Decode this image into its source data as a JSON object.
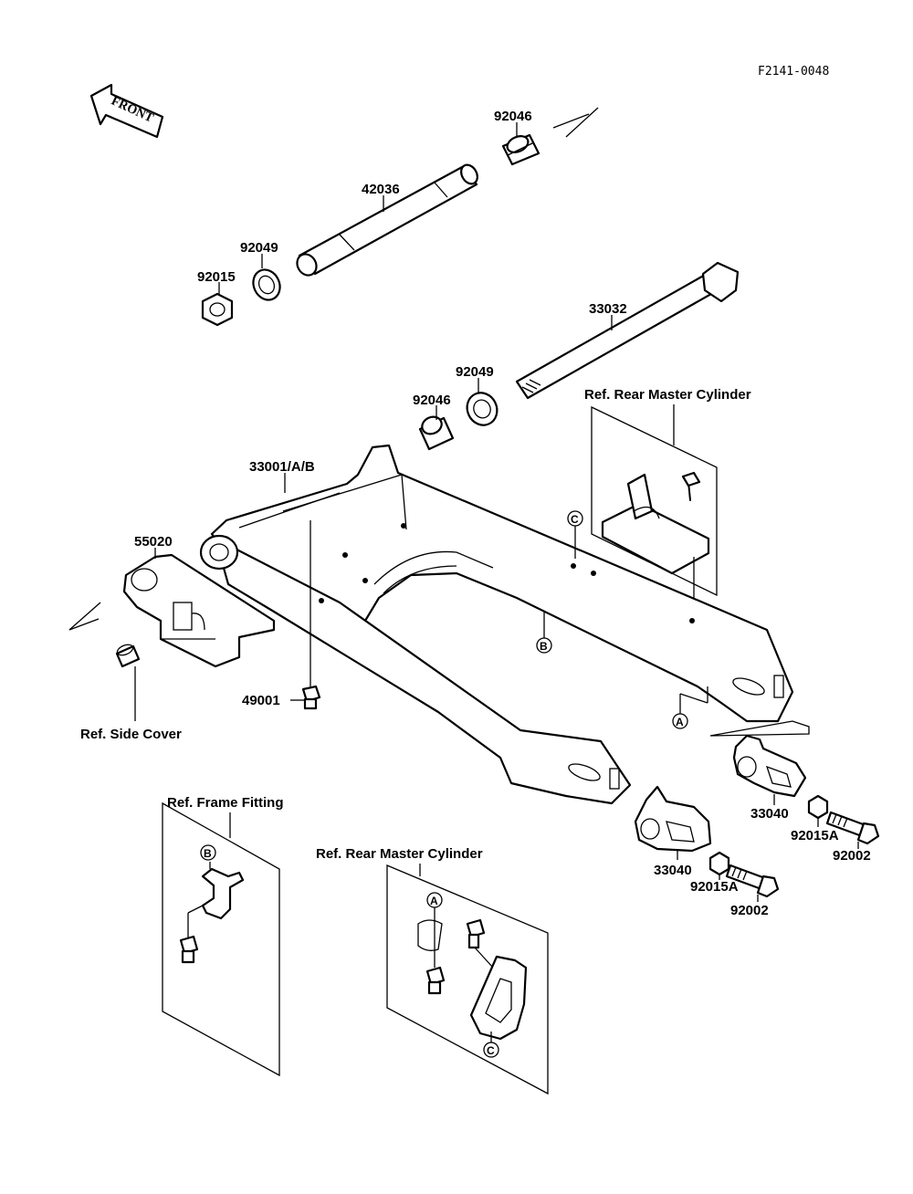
{
  "drawing_code": "F2141-0048",
  "front_label": "FRONT",
  "part_numbers": {
    "p92046_top": "92046",
    "p42036": "42036",
    "p92049_left": "92049",
    "p92015": "92015",
    "p33032": "33032",
    "p92049_mid": "92049",
    "p92046_mid": "92046",
    "p33001": "33001/A/B",
    "p55020": "55020",
    "p49001": "49001",
    "p33040_right": "33040",
    "p92015A_right": "92015A",
    "p92002_right": "92002",
    "p33040_left": "33040",
    "p92015A_left": "92015A",
    "p92002_left": "92002"
  },
  "references": {
    "rear_master_top": "Ref. Rear Master Cylinder",
    "side_cover": "Ref. Side Cover",
    "frame_fitting": "Ref. Frame Fitting",
    "rear_master_bottom": "Ref. Rear Master Cylinder"
  },
  "markers": {
    "A": "A",
    "B": "B",
    "C": "C"
  }
}
